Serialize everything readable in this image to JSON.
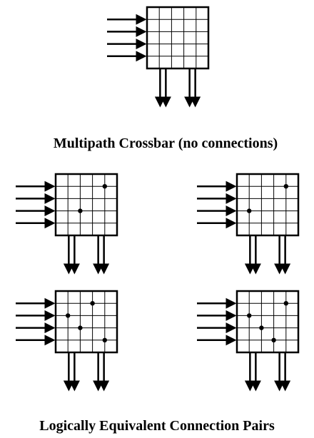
{
  "captions": {
    "top": "Multipath Crossbar (no connections)",
    "bottom": "Logically Equivalent Connection Pairs"
  },
  "crossbars": [
    {
      "id": "multipath-crossbar",
      "connections": []
    },
    {
      "id": "pair1-left",
      "connections": [
        {
          "input": 0,
          "column": 3
        },
        {
          "input": 2,
          "column": 1
        }
      ]
    },
    {
      "id": "pair1-right",
      "connections": [
        {
          "input": 0,
          "column": 3
        },
        {
          "input": 2,
          "column": 0
        }
      ]
    },
    {
      "id": "pair2-left",
      "connections": [
        {
          "input": 0,
          "column": 2
        },
        {
          "input": 1,
          "column": 0
        },
        {
          "input": 2,
          "column": 1
        },
        {
          "input": 3,
          "column": 3
        }
      ]
    },
    {
      "id": "pair2-right",
      "connections": [
        {
          "input": 0,
          "column": 3
        },
        {
          "input": 1,
          "column": 0
        },
        {
          "input": 2,
          "column": 1
        },
        {
          "input": 3,
          "column": 2
        }
      ]
    }
  ],
  "structure": {
    "inputs": 4,
    "columns": 4,
    "output_groups": 2,
    "arrows_per_group": 2
  },
  "colors": {
    "stroke": "#000000",
    "background": "#ffffff"
  }
}
